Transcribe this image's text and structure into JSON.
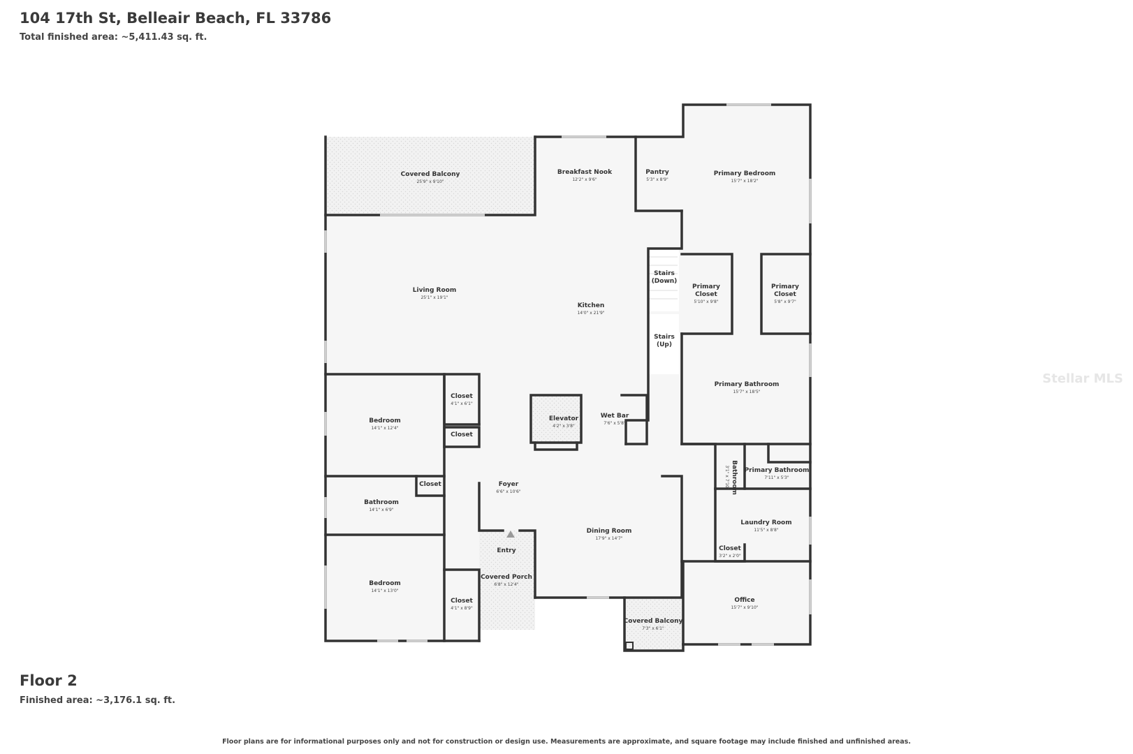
{
  "header": {
    "address": "104 17th St, Belleair Beach, FL 33786",
    "total_area": "Total finished area: ~5,411.43 sq. ft."
  },
  "floor": {
    "title": "Floor 2",
    "area": "Finished area: ~3,176.1 sq. ft."
  },
  "disclaimer": "Floor plans are for informational purposes only and not for construction or design use. Measurements are approximate, and square footage may include finished and unfinished areas.",
  "watermark": "Stellar MLS",
  "rooms": {
    "covered_balcony_top": {
      "name": "Covered Balcony",
      "dims": "25'9\" x 9'10\""
    },
    "breakfast_nook": {
      "name": "Breakfast Nook",
      "dims": "12'2\" x 9'6\""
    },
    "pantry": {
      "name": "Pantry",
      "dims": "5'3\" x 8'9\""
    },
    "primary_bedroom": {
      "name": "Primary Bedroom",
      "dims": "15'7\" x 18'2\""
    },
    "living_room": {
      "name": "Living Room",
      "dims": "25'1\" x 19'1\""
    },
    "kitchen": {
      "name": "Kitchen",
      "dims": "14'0\" x 21'9\""
    },
    "stairs_down": {
      "name1": "Stairs",
      "name2": "(Down)"
    },
    "stairs_up": {
      "name1": "Stairs",
      "name2": "(Up)"
    },
    "primary_closet_left": {
      "name1": "Primary",
      "name2": "Closet",
      "dims": "5'10\" x 9'8\""
    },
    "primary_closet_right": {
      "name1": "Primary",
      "name2": "Closet",
      "dims": "5'8\" x 9'7\""
    },
    "primary_bathroom_large": {
      "name": "Primary Bathroom",
      "dims": "15'7\" x 18'5\""
    },
    "closet_a": {
      "name": "Closet",
      "dims": "4'1\" x 6'1\""
    },
    "closet_b": {
      "name": "Closet"
    },
    "bedroom_top": {
      "name": "Bedroom",
      "dims": "14'1\" x 12'4\""
    },
    "elevator": {
      "name": "Elevator",
      "dims": "4'2\" x 3'8\""
    },
    "wet_bar": {
      "name": "Wet Bar",
      "dims": "7'6\" x 5'8\""
    },
    "bathroom_small": {
      "name": "Bathroom",
      "dims": "3'1\" x 7'10\""
    },
    "primary_bathroom_small": {
      "name": "Primary Bathroom",
      "dims": "7'11\" x 5'3\""
    },
    "closet_c": {
      "name": "Closet"
    },
    "foyer": {
      "name": "Foyer",
      "dims": "6'6\" x 10'6\""
    },
    "bathroom_left": {
      "name": "Bathroom",
      "dims": "14'1\" x 6'9\""
    },
    "laundry_room": {
      "name": "Laundry Room",
      "dims": "11'5\" x 8'8\""
    },
    "dining_room": {
      "name": "Dining Room",
      "dims": "17'9\" x 14'7\""
    },
    "entry": {
      "name": "Entry"
    },
    "closet_d": {
      "name": "Closet",
      "dims": "3'2\" x 2'0\""
    },
    "covered_porch": {
      "name": "Covered Porch",
      "dims": "6'8\" x 12'4\""
    },
    "bedroom_bottom": {
      "name": "Bedroom",
      "dims": "14'1\" x 13'0\""
    },
    "office": {
      "name": "Office",
      "dims": "15'7\" x 9'10\""
    },
    "closet_e": {
      "name": "Closet",
      "dims": "4'1\" x 8'9\""
    },
    "covered_balcony_bottom": {
      "name": "Covered Balcony",
      "dims": "7'3\" x 6'1\""
    }
  }
}
